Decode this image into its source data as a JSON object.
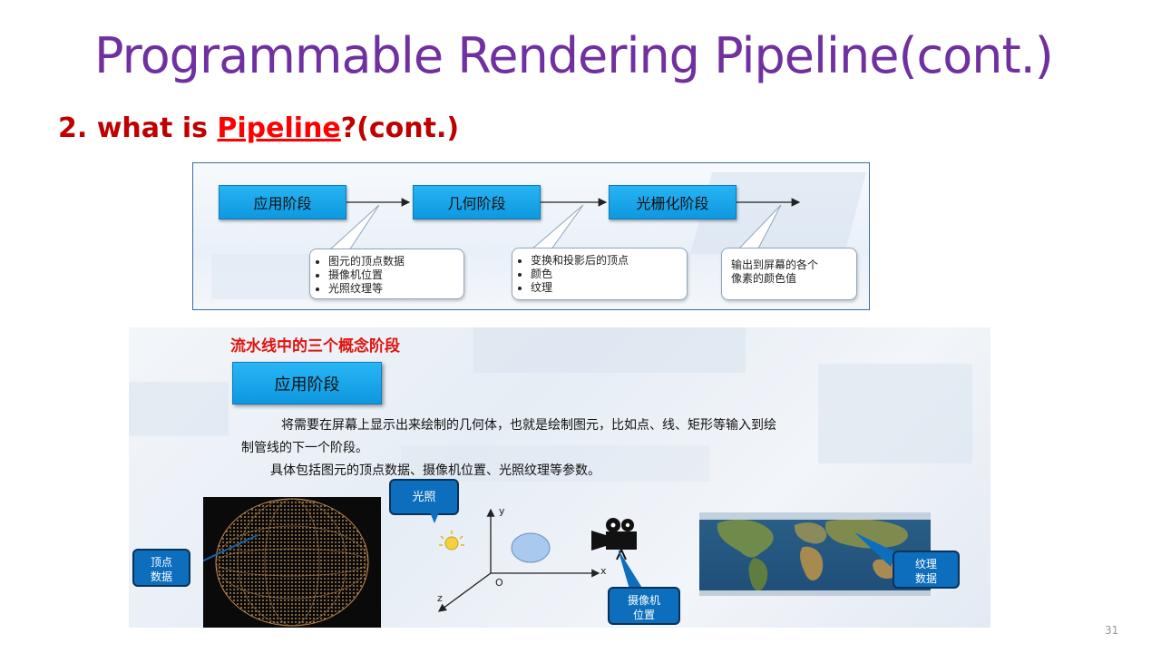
{
  "slide": {
    "title": "Programmable Rendering Pipeline(cont.)",
    "subtitle_prefix": "2. what is ",
    "subtitle_highlight": "Pipeline",
    "subtitle_suffix": "?(cont.)",
    "page_number": "31"
  },
  "diagram": {
    "stages": [
      "应用阶段",
      "几何阶段",
      "光栅化阶段"
    ],
    "callout_1": [
      "图元的顶点数据",
      "摄像机位置",
      "光照纹理等"
    ],
    "callout_2": [
      "变换和投影后的顶点",
      "颜色",
      "纹理"
    ],
    "callout_3": [
      "输出到屏幕的各个",
      "像素的颜色值"
    ]
  },
  "panel": {
    "title": "流水线中的三个概念阶段",
    "stage_label": "应用阶段",
    "para_line1": "将需要在屏幕上显示出来绘制的几何体，也就是绘制图元，比如点、线、矩形等输入到绘",
    "para_line2": "制管线的下一个阶段。",
    "para_line3": "具体包括图元的顶点数据、摄像机位置、光照纹理等参数。",
    "tag_vertex": [
      "顶点",
      "数据"
    ],
    "tag_light": "光照",
    "tag_camera": [
      "摄像机",
      "位置"
    ],
    "tag_texture": [
      "纹理",
      "数据"
    ],
    "axis_x": "x",
    "axis_y": "y",
    "axis_z": "z",
    "axis_origin": "O"
  },
  "colors": {
    "title": "#7030a0",
    "subtitle": "#c00000",
    "highlight": "#ff0000",
    "stage_blue": "#0e98e0",
    "tag_blue": "#0c6ebd"
  }
}
